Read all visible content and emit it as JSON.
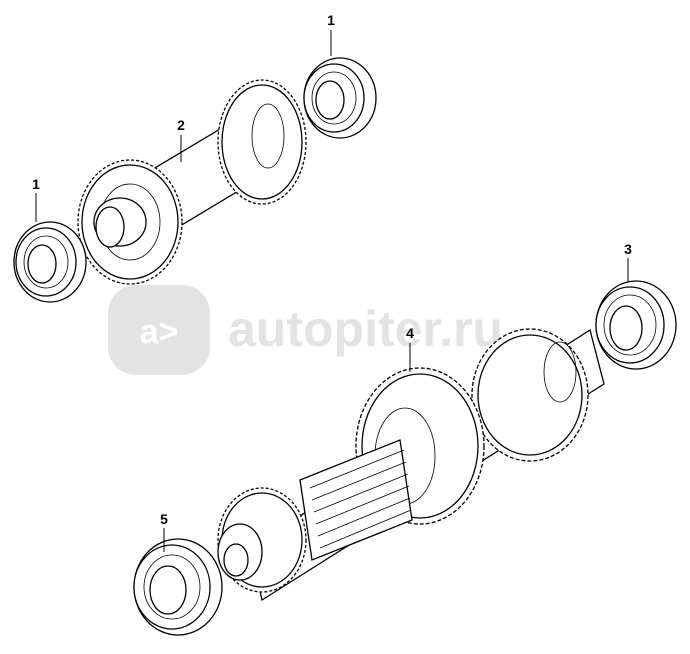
{
  "watermark": {
    "logo_text": "a>",
    "text": "autopiter.ru"
  },
  "callouts": [
    {
      "id": "callout-1-top",
      "label": "1"
    },
    {
      "id": "callout-2",
      "label": "2"
    },
    {
      "id": "callout-1-left",
      "label": "1"
    },
    {
      "id": "callout-3",
      "label": "3"
    },
    {
      "id": "callout-4",
      "label": "4"
    },
    {
      "id": "callout-5",
      "label": "5"
    }
  ],
  "colors": {
    "line": "#000000",
    "watermark": "#e3e3e3",
    "background": "#ffffff"
  }
}
